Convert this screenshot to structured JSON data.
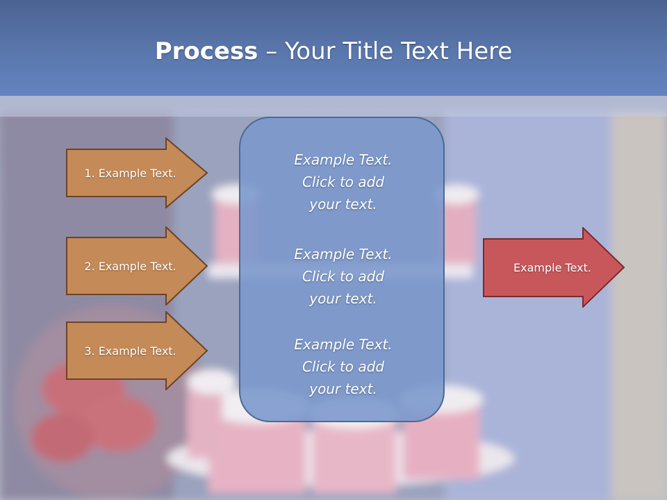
{
  "title": {
    "bold": "Process",
    "rest": " – Your Title Text Here"
  },
  "left_arrows": [
    {
      "label": "1. Example Text."
    },
    {
      "label": "2. Example Text."
    },
    {
      "label": "3. Example Text."
    }
  ],
  "center_box": {
    "blocks": [
      {
        "text": "Example Text.\nClick  to add\nyour text."
      },
      {
        "text": "Example Text.\nClick  to add\nyour text."
      },
      {
        "text": "Example Text.\nClick  to add\nyour text."
      }
    ]
  },
  "right_arrow": {
    "label": "Example Text."
  },
  "colors": {
    "title_bar": "#5a77ad",
    "left_arrow_fill": "#c48a58",
    "left_arrow_stroke": "#6b4326",
    "center_box_fill": "#7a97cc",
    "center_box_stroke": "#4a6a92",
    "right_arrow_fill": "#c8575c",
    "right_arrow_stroke": "#7a2a2e"
  }
}
